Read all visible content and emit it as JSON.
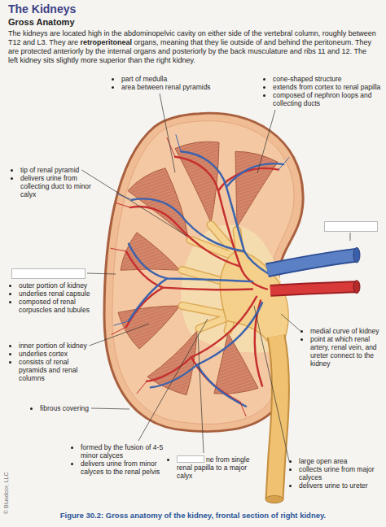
{
  "diagram": {
    "title": "The Kidneys",
    "caption": "Figure 30.2: Gross anatomy of the kidney, frontal section of right kidney.",
    "labels": [
      "Gross Anatomy",
      "The kidneys are located high in the abdominopelvic cavity on either side of the vertebral column, roughly between T12 and L3. They are",
      "retroperitoneal",
      "organs, meaning that they lie outside of and behind the peritoneum. They are protected anteriorly by the internal organs and posteriorly by the back musculature and ribs 11 and 12. The left kidney sits slightly more superior than the right kidney.",
      "part of medulla",
      "area between renal pyramids",
      "cone-shaped structure",
      "extends from cortex to renal papilla",
      "composed of nephron loops and collecting ducts",
      "tip of renal pyramid",
      "delivers urine from collecting duct to minor calyx",
      "outer portion of kidney",
      "underlies renal capsule",
      "composed of renal corpuscles and tubules",
      "inner portion of kidney",
      "underlies cortex",
      "consists of renal pyramids and renal columns",
      "fibrous covering",
      "medial curve of kidney",
      "point at which renal artery, renal vein, and ureter connect to the kidney",
      "formed by the fusion of 4-5 minor calyces",
      "delivers urine from minor calyces to the renal pelvis",
      "ne from single renal papilla to a major calyx",
      "large open area",
      "collects urine from major calyces",
      "delivers urine to ureter",
      "© Bluedoor, LLC"
    ]
  }
}
